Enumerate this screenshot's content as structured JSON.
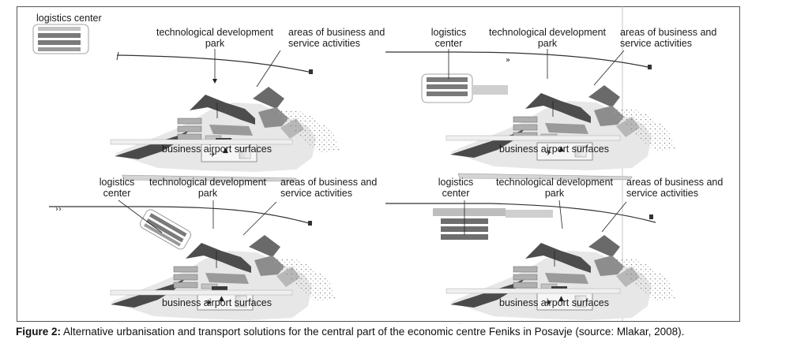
{
  "figure": {
    "legend_label": "logistics center",
    "panels": [
      {
        "labels": {
          "tech_park": [
            "technological development",
            "park"
          ],
          "business_areas": [
            "areas of business and",
            "service activities"
          ],
          "airport": "business airport surfaces"
        }
      },
      {
        "labels": {
          "logistics": [
            "logistics",
            "center"
          ],
          "tech_park": [
            "technological development",
            "park"
          ],
          "business_areas": [
            "areas of business and",
            "service activities"
          ],
          "airport": "business airport surfaces"
        }
      },
      {
        "labels": {
          "logistics": [
            "logistics",
            "center"
          ],
          "tech_park": [
            "technological development",
            "park"
          ],
          "business_areas": [
            "areas of business and",
            "service activities"
          ],
          "airport": "business airport surfaces"
        }
      },
      {
        "labels": {
          "logistics": [
            "logistics",
            "center"
          ],
          "tech_park": [
            "technological development",
            "park"
          ],
          "business_areas": [
            "areas of business and",
            "service activities"
          ],
          "airport": "business airport surfaces"
        }
      }
    ]
  },
  "caption": {
    "prefix": "Figure 2:",
    "text": " Alternative urbanisation and transport solutions for the central part of the economic centre Feniks in Posavje (source: Mlakar, 2008)."
  }
}
